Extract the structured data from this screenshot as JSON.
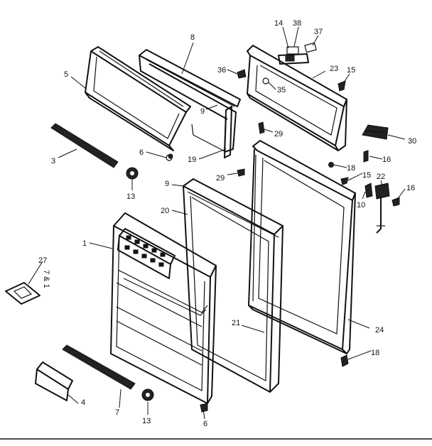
{
  "diagram": {
    "callouts": [
      "1",
      "3",
      "4",
      "5",
      "6",
      "6",
      "7",
      "8",
      "9",
      "9",
      "10",
      "13",
      "13",
      "14",
      "15",
      "15",
      "16",
      "16",
      "18",
      "18",
      "19",
      "20",
      "21",
      "22",
      "23",
      "24",
      "27",
      "29",
      "29",
      "30",
      "35",
      "36",
      "37",
      "38"
    ],
    "side_text": "7 & 1"
  }
}
